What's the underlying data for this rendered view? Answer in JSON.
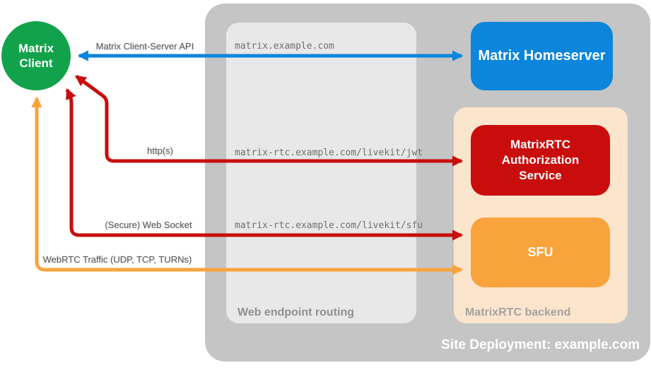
{
  "diagram_title": "Site Deployment: example.com",
  "colors": {
    "site_container": "#c5c5c5",
    "routing_container": "#e8e8e8",
    "backend_container": "#fce5cd",
    "client_green": "#12a24c",
    "homeserver_blue": "#0b86dc",
    "auth_red": "#c90d0d",
    "sfu_orange": "#f9a33d",
    "label_gray": "#909090",
    "edge_label_gray": "#555555"
  },
  "containers": {
    "site": {
      "label": "Site Deployment: example.com"
    },
    "routing": {
      "label": "Web endpoint routing"
    },
    "backend": {
      "label": "MatrixRTC backend"
    }
  },
  "nodes": {
    "client": {
      "label": "Matrix Client"
    },
    "homeserver": {
      "label": "Matrix Homeserver"
    },
    "auth_service": {
      "label": "MatrixRTC Authorization Service"
    },
    "sfu": {
      "label": "SFU"
    }
  },
  "edges": {
    "client_server_api": {
      "label": "Matrix Client-Server API",
      "endpoint": "matrix.example.com",
      "color": "#0b86dc",
      "from": "Matrix Client",
      "to": "Matrix Homeserver"
    },
    "http": {
      "label": "http(s)",
      "endpoint": "matrix-rtc.example.com/livekit/jwt",
      "color": "#c90d0d",
      "from": "Matrix Client",
      "to": "MatrixRTC Authorization Service"
    },
    "websocket": {
      "label": "(Secure) Web Socket",
      "endpoint": "matrix-rtc.example.com/livekit/sfu",
      "color": "#c90d0d",
      "from": "Matrix Client",
      "to": "SFU"
    },
    "webrtc": {
      "label": "WebRTC Traffic (UDP, TCP, TURNs)",
      "color": "#f9a33d",
      "from": "Matrix Client",
      "to": "SFU"
    }
  }
}
